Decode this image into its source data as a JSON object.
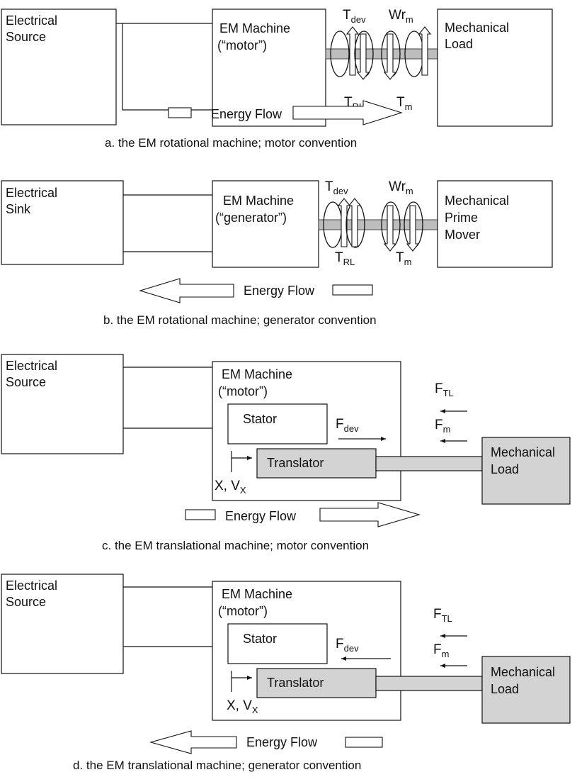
{
  "panel_a": {
    "source": [
      "Electrical",
      "Source"
    ],
    "machine": [
      "EM Machine",
      "(“motor”)"
    ],
    "load": [
      "Mechanical",
      "Load"
    ],
    "t_dev": {
      "main": "T",
      "sub": "dev"
    },
    "wr_m": {
      "main": "Wr",
      "sub": "m"
    },
    "t_rl": {
      "main": "T",
      "sub": "RL"
    },
    "t_m": {
      "main": "T",
      "sub": "m"
    },
    "energy_flow": "Energy Flow",
    "caption": "a.  the EM rotational machine; motor convention"
  },
  "panel_b": {
    "sink": [
      "Electrical",
      "Sink"
    ],
    "machine": [
      "EM Machine",
      "(“generator”)"
    ],
    "prime_mover": [
      "Mechanical",
      "Prime",
      "Mover"
    ],
    "t_dev": {
      "main": "T",
      "sub": "dev"
    },
    "wr_m": {
      "main": "Wr",
      "sub": "m"
    },
    "t_rl": {
      "main": "T",
      "sub": "RL"
    },
    "t_m": {
      "main": "T",
      "sub": "m"
    },
    "energy_flow": "Energy Flow",
    "caption": "b.  the EM rotational machine; generator convention"
  },
  "panel_c": {
    "source": [
      "Electrical",
      "Source"
    ],
    "machine": [
      "EM Machine",
      "(“motor”)"
    ],
    "stator": "Stator",
    "translator": "Translator",
    "load": [
      "Mechanical",
      "Load"
    ],
    "f_tl": {
      "main": "F",
      "sub": "TL"
    },
    "f_m": {
      "main": "F",
      "sub": "m"
    },
    "f_dev": {
      "main": "F",
      "sub": "dev"
    },
    "x_vx": {
      "main": "X, V",
      "sub": "X"
    },
    "energy_flow": "Energy Flow",
    "caption": "c.  the EM translational machine; motor convention"
  },
  "panel_d": {
    "source": [
      "Electrical",
      "Source"
    ],
    "machine": [
      "EM Machine",
      "(“motor”)"
    ],
    "stator": "Stator",
    "translator": "Translator",
    "load": [
      "Mechanical",
      "Load"
    ],
    "f_tl": {
      "main": "F",
      "sub": "TL"
    },
    "f_m": {
      "main": "F",
      "sub": "m"
    },
    "f_dev": {
      "main": "F",
      "sub": "dev"
    },
    "x_vx": {
      "main": "X, V",
      "sub": "X"
    },
    "energy_flow": "Energy Flow",
    "caption": "d.  the EM translational machine; generator convention"
  }
}
